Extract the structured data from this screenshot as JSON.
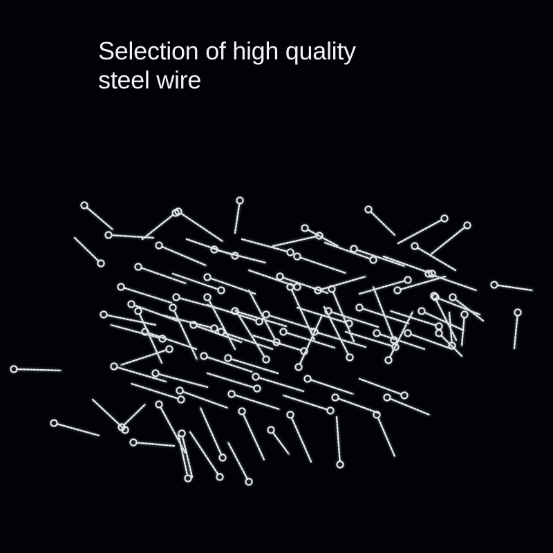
{
  "meta": {
    "background": "#000207",
    "image_kind": "e-commerce product photo of twisted steel wire eye pins on black background"
  },
  "headline": {
    "line1": "Selection of high quality",
    "line2": "steel wire",
    "color": "#f1f2f4"
  },
  "pile": {
    "description": "scattered pile of twisted stainless steel wire pins, each with a small eye loop at one end",
    "loop_radius": 4.6,
    "stroke_bright": "#eef0f3",
    "stroke_dim": "#7e838a",
    "loop_color": "#e9ebee",
    "glow_color": "#aab0b7",
    "pins": [
      [
        122,
        297,
        163,
        332
      ],
      [
        254,
        308,
        206,
        346
      ],
      [
        258,
        306,
        322,
        349
      ],
      [
        347,
        290,
        340,
        337
      ],
      [
        441,
        330,
        489,
        356
      ],
      [
        533,
        303,
        571,
        340
      ],
      [
        643,
        316,
        576,
        352
      ],
      [
        676,
        326,
        622,
        369
      ],
      [
        157,
        340,
        222,
        344
      ],
      [
        146,
        381,
        108,
        344
      ],
      [
        230,
        355,
        298,
        384
      ],
      [
        340,
        370,
        270,
        346
      ],
      [
        310,
        361,
        384,
        380
      ],
      [
        420,
        365,
        350,
        346
      ],
      [
        462,
        341,
        395,
        356
      ],
      [
        430,
        371,
        500,
        395
      ],
      [
        540,
        376,
        470,
        351
      ],
      [
        512,
        360,
        585,
        385
      ],
      [
        625,
        396,
        555,
        371
      ],
      [
        600,
        356,
        659,
        391
      ],
      [
        620,
        396,
        689,
        420
      ],
      [
        200,
        386,
        269,
        410
      ],
      [
        320,
        420,
        250,
        396
      ],
      [
        300,
        401,
        369,
        425
      ],
      [
        430,
        415,
        360,
        391
      ],
      [
        405,
        400,
        474,
        424
      ],
      [
        150,
        455,
        225,
        470
      ],
      [
        235,
        490,
        160,
        470
      ],
      [
        190,
        440,
        259,
        465
      ],
      [
        210,
        480,
        284,
        505
      ],
      [
        310,
        475,
        235,
        456
      ],
      [
        255,
        430,
        329,
        450
      ],
      [
        280,
        470,
        349,
        495
      ],
      [
        375,
        465,
        300,
        441
      ],
      [
        320,
        480,
        394,
        505
      ],
      [
        340,
        450,
        414,
        472
      ],
      [
        440,
        508,
        365,
        485
      ],
      [
        385,
        455,
        459,
        478
      ],
      [
        410,
        480,
        484,
        503
      ],
      [
        505,
        468,
        430,
        445
      ],
      [
        455,
        480,
        529,
        502
      ],
      [
        475,
        450,
        547,
        473
      ],
      [
        572,
        502,
        500,
        480
      ],
      [
        520,
        445,
        591,
        468
      ],
      [
        545,
        482,
        614,
        505
      ],
      [
        635,
        472,
        565,
        450
      ],
      [
        590,
        482,
        654,
        505
      ],
      [
        610,
        450,
        671,
        478
      ],
      [
        460,
        420,
        529,
        400
      ],
      [
        590,
        405,
        520,
        425
      ],
      [
        575,
        420,
        644,
        400
      ],
      [
        630,
        430,
        694,
        455
      ],
      [
        300,
        430,
        340,
        505
      ],
      [
        400,
        495,
        360,
        420
      ],
      [
        420,
        415,
        455,
        492
      ],
      [
        480,
        418,
        512,
        494
      ],
      [
        570,
        492,
        540,
        415
      ],
      [
        250,
        445,
        285,
        520
      ],
      [
        200,
        450,
        234,
        525
      ],
      [
        175,
        415,
        248,
        438
      ],
      [
        295,
        515,
        365,
        538
      ],
      [
        245,
        505,
        175,
        528
      ],
      [
        330,
        518,
        402,
        540
      ],
      [
        385,
        520,
        341,
        449
      ],
      [
        432,
        531,
        466,
        456
      ],
      [
        506,
        517,
        469,
        444
      ],
      [
        562,
        521,
        597,
        451
      ],
      [
        165,
        530,
        240,
        552
      ],
      [
        262,
        578,
        190,
        555
      ],
      [
        225,
        540,
        300,
        560
      ],
      [
        260,
        565,
        329,
        590
      ],
      [
        372,
        562,
        300,
        540
      ],
      [
        335,
        570,
        404,
        592
      ],
      [
        370,
        545,
        439,
        566
      ],
      [
        478,
        594,
        410,
        572
      ],
      [
        445,
        548,
        511,
        570
      ],
      [
        485,
        575,
        549,
        598
      ],
      [
        585,
        572,
        520,
        548
      ],
      [
        560,
        575,
        621,
        600
      ],
      [
        230,
        585,
        268,
        655
      ],
      [
        322,
        662,
        290,
        590
      ],
      [
        350,
        595,
        382,
        665
      ],
      [
        420,
        600,
        450,
        668
      ],
      [
        545,
        600,
        571,
        660
      ],
      [
        318,
        690,
        275,
        625
      ],
      [
        360,
        697,
        330,
        640
      ],
      [
        392,
        622,
        418,
        657
      ],
      [
        263,
        627,
        278,
        690
      ],
      [
        272,
        692,
        258,
        628
      ],
      [
        492,
        672,
        487,
        603
      ],
      [
        78,
        612,
        143,
        630
      ],
      [
        181,
        622,
        134,
        578
      ],
      [
        176,
        618,
        210,
        585
      ],
      [
        193,
        640,
        252,
        645
      ],
      [
        715,
        412,
        770,
        420
      ],
      [
        749,
        452,
        744,
        504
      ],
      [
        628,
        428,
        660,
        492
      ],
      [
        655,
        430,
        699,
        464
      ],
      [
        654,
        500,
        650,
        452
      ],
      [
        672,
        455,
        668,
        500
      ],
      [
        635,
        482,
        668,
        515
      ],
      [
        20,
        534,
        88,
        536
      ]
    ]
  }
}
